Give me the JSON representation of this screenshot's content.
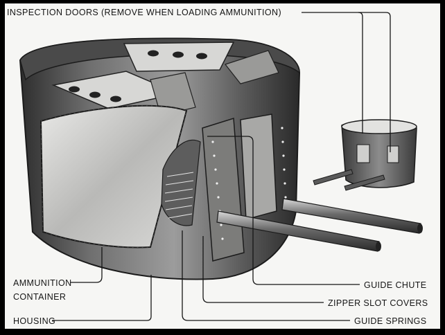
{
  "labels": {
    "inspection_doors": "INSPECTION DOORS (REMOVE WHEN LOADING AMMUNITION)",
    "ammunition_container_line1": "AMMUNITION",
    "ammunition_container_line2": "CONTAINER",
    "housing": "HOUSING",
    "guide_chute": "GUIDE CHUTE",
    "zipper_slot_covers": "ZIPPER SLOT COVERS",
    "guide_springs": "GUIDE SPRINGS"
  },
  "colors": {
    "frame": "#000000",
    "paper": "#f6f6f4",
    "ink": "#151515",
    "metal_dark": "#3a3a3a",
    "metal_mid": "#8a8a8a",
    "metal_light": "#d4d4d2"
  }
}
